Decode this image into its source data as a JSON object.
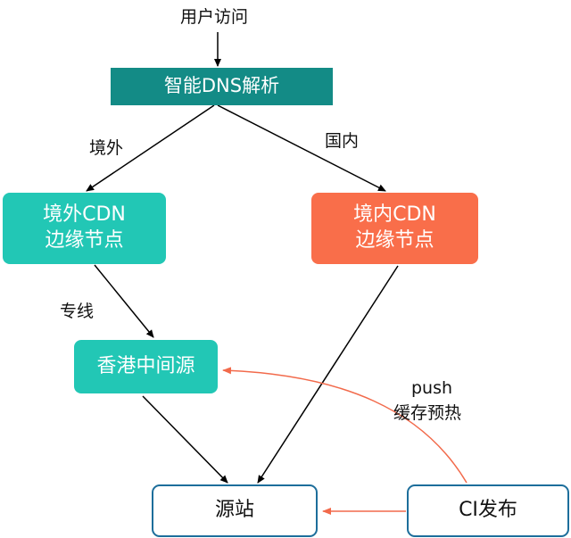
{
  "colors": {
    "dns_box": "#138b86",
    "overseas_cdn": "#22c7b5",
    "domestic_cdn": "#f96e4a",
    "hk_origin": "#22c7b5",
    "origin_border": "#1d6e9b",
    "ci_border": "#1d6e9b",
    "arrow_black": "#000000",
    "arrow_orange": "#f26a4b"
  },
  "labels": {
    "user_access": "用户访问",
    "overseas": "境外",
    "domestic": "国内",
    "dedicated_line": "专线",
    "push": "push",
    "cache_warmup": "缓存预热"
  },
  "nodes": {
    "dns": "智能DNS解析",
    "overseas_cdn_line1": "境外CDN",
    "overseas_cdn_line2": "边缘节点",
    "domestic_cdn_line1": "境内CDN",
    "domestic_cdn_line2": "边缘节点",
    "hk_origin": "香港中间源",
    "origin": "源站",
    "ci_release": "CI发布"
  }
}
